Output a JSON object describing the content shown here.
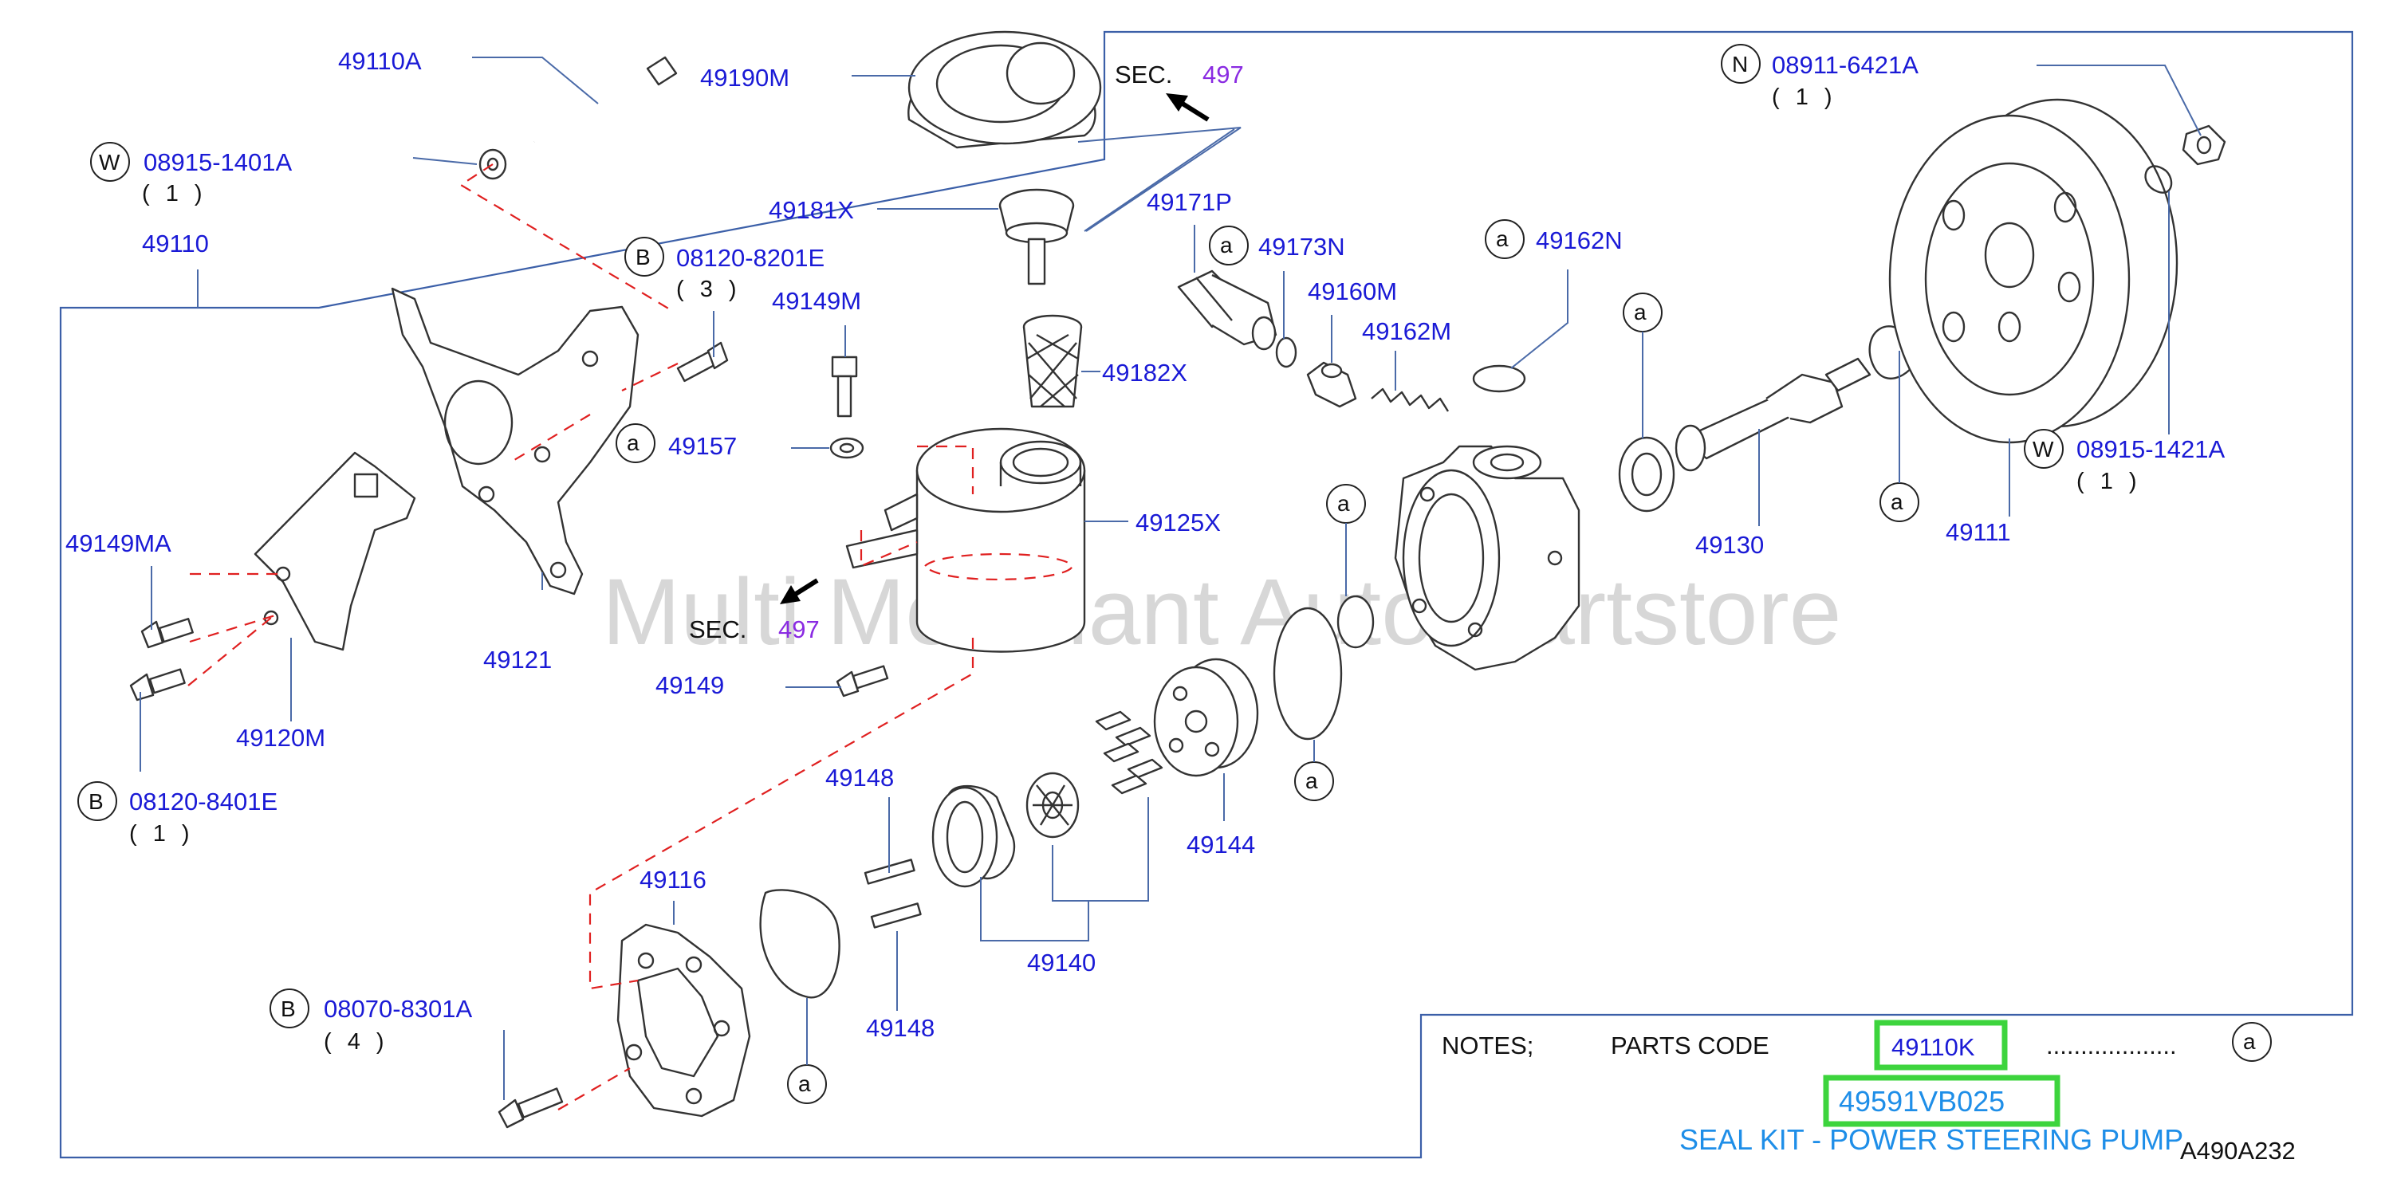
{
  "diagram_code": "A490A232",
  "watermark": "Multi Merchant Auto Partstore",
  "sec_ref": {
    "prefix": "SEC.",
    "number": "497"
  },
  "parts": {
    "p49110A": "49110A",
    "p49190M": "49190M",
    "p08915_1401A": "08915-1401A",
    "p49110": "49110",
    "p08120_8201E": "08120-8201E",
    "p49181X": "49181X",
    "p49171P": "49171P",
    "p49173N": "49173N",
    "p49162N": "49162N",
    "p49160M": "49160M",
    "p49162M": "49162M",
    "p49149M": "49149M",
    "p49182X": "49182X",
    "p49157": "49157",
    "p49125X": "49125X",
    "p49149MA": "49149MA",
    "p49121": "49121",
    "p49149": "49149",
    "p49120M": "49120M",
    "p08120_8401E": "08120-8401E",
    "p49148a": "49148",
    "p49148b": "49148",
    "p49144": "49144",
    "p49116": "49116",
    "p49140": "49140",
    "p08070_8301A": "08070-8301A",
    "p08911_6421A": "08911-6421A",
    "p08915_1421A": "08915-1421A",
    "p49111": "49111",
    "p49130": "49130"
  },
  "prefix_letters": {
    "W": "W",
    "B": "B",
    "N": "N",
    "a": "a"
  },
  "quantities": {
    "q08915_1401A": "( 1 )",
    "q08120_8201E": "( 3 )",
    "q08120_8401E": "( 1 )",
    "q08070_8301A": "( 4 )",
    "q08911_6421A": "( 1 )",
    "q08915_1421A": "( 1 )"
  },
  "notes": {
    "label": "NOTES;",
    "parts_code_label": "PARTS  CODE",
    "code": "49110K",
    "dots": "...................",
    "marker": "a",
    "highlight_part_number": "49591VB025",
    "highlight_description": "SEAL KIT - POWER STEERING PUMP"
  },
  "colors": {
    "label_blue": "#1a1ad6",
    "sec_purple": "#8a2be2",
    "dash_red": "#e02020",
    "highlight_green": "#3dd43d",
    "note_blue": "#1e8ee8"
  }
}
